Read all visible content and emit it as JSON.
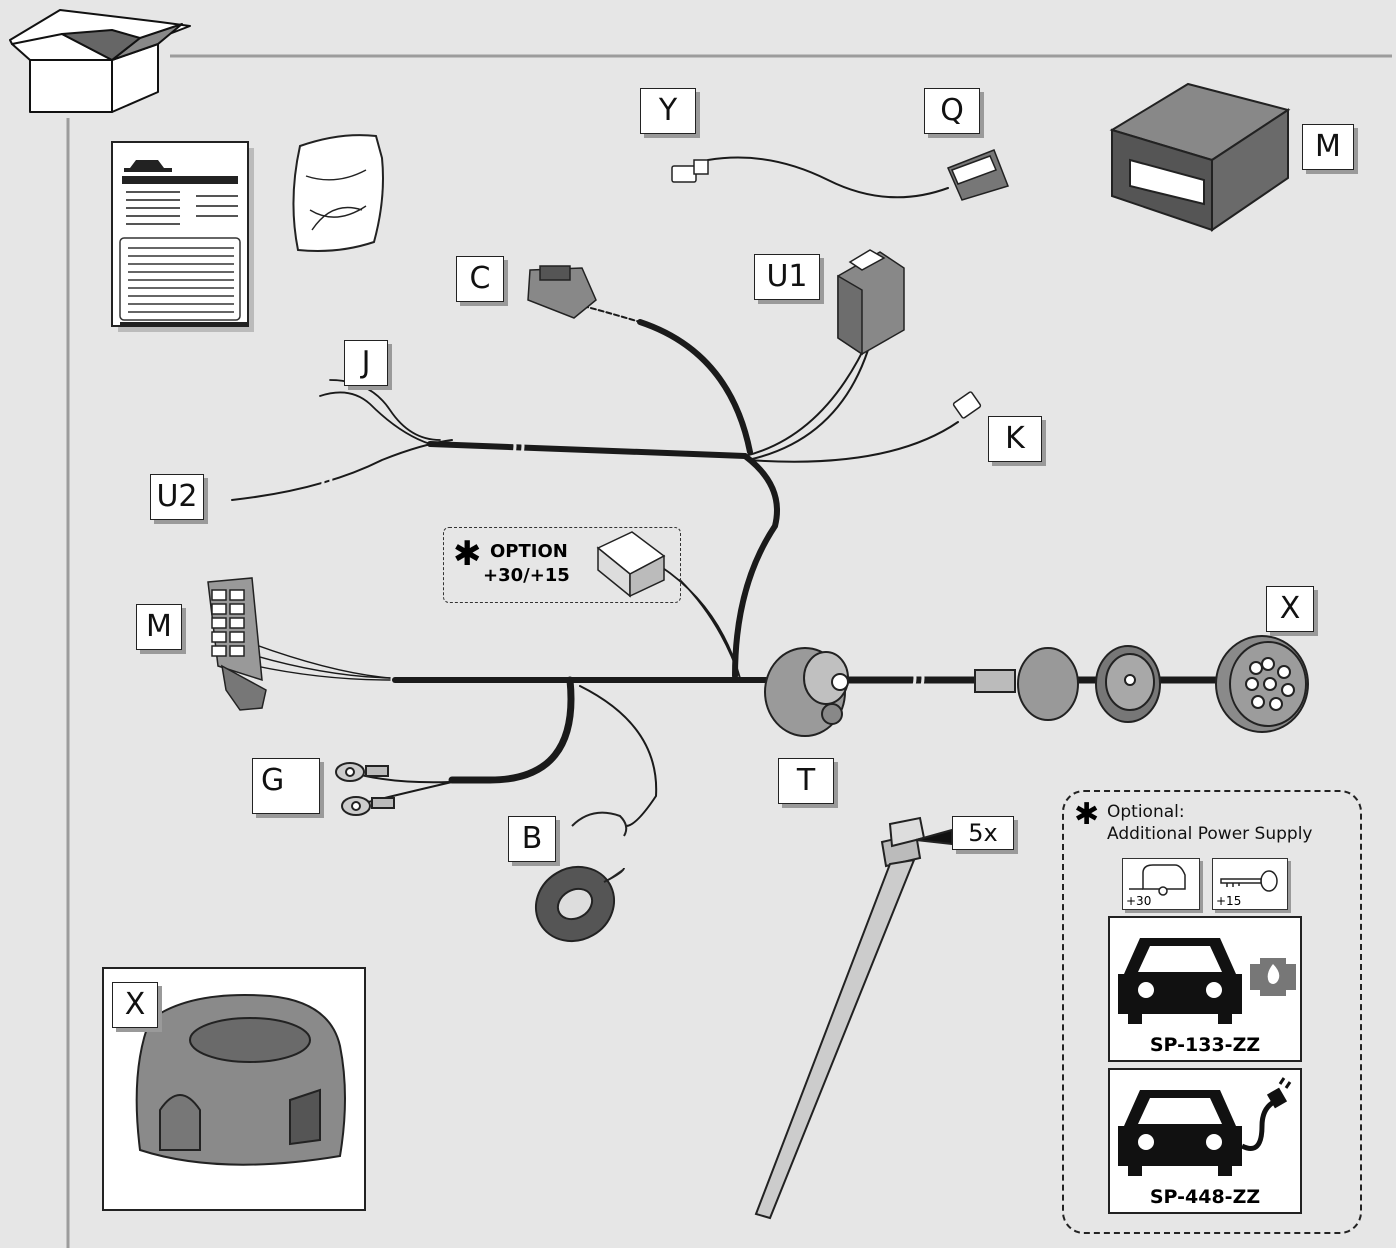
{
  "labels": {
    "Y": "Y",
    "Q": "Q",
    "M_top": "M",
    "C": "C",
    "U1": "U1",
    "J": "J",
    "K": "K",
    "U2": "U2",
    "M_left": "M",
    "X_right": "X",
    "G": "G",
    "T": "T",
    "B": "B",
    "five_x": "5x",
    "X_inset": "X"
  },
  "option": {
    "star": "✱",
    "line1": "OPTION",
    "line2": "+30/+15"
  },
  "power_supply": {
    "star": "✱",
    "line1": "Optional:",
    "line2": "Additional Power Supply",
    "plus30": "+30",
    "plus15": "+15",
    "car1_code": "SP-133-ZZ",
    "car2_code": "SP-448-ZZ"
  },
  "colors": {
    "background": "#e6e6e6",
    "wire": "#1a1a1a",
    "component": "#8a8a8a",
    "panel": "#ffffff"
  }
}
